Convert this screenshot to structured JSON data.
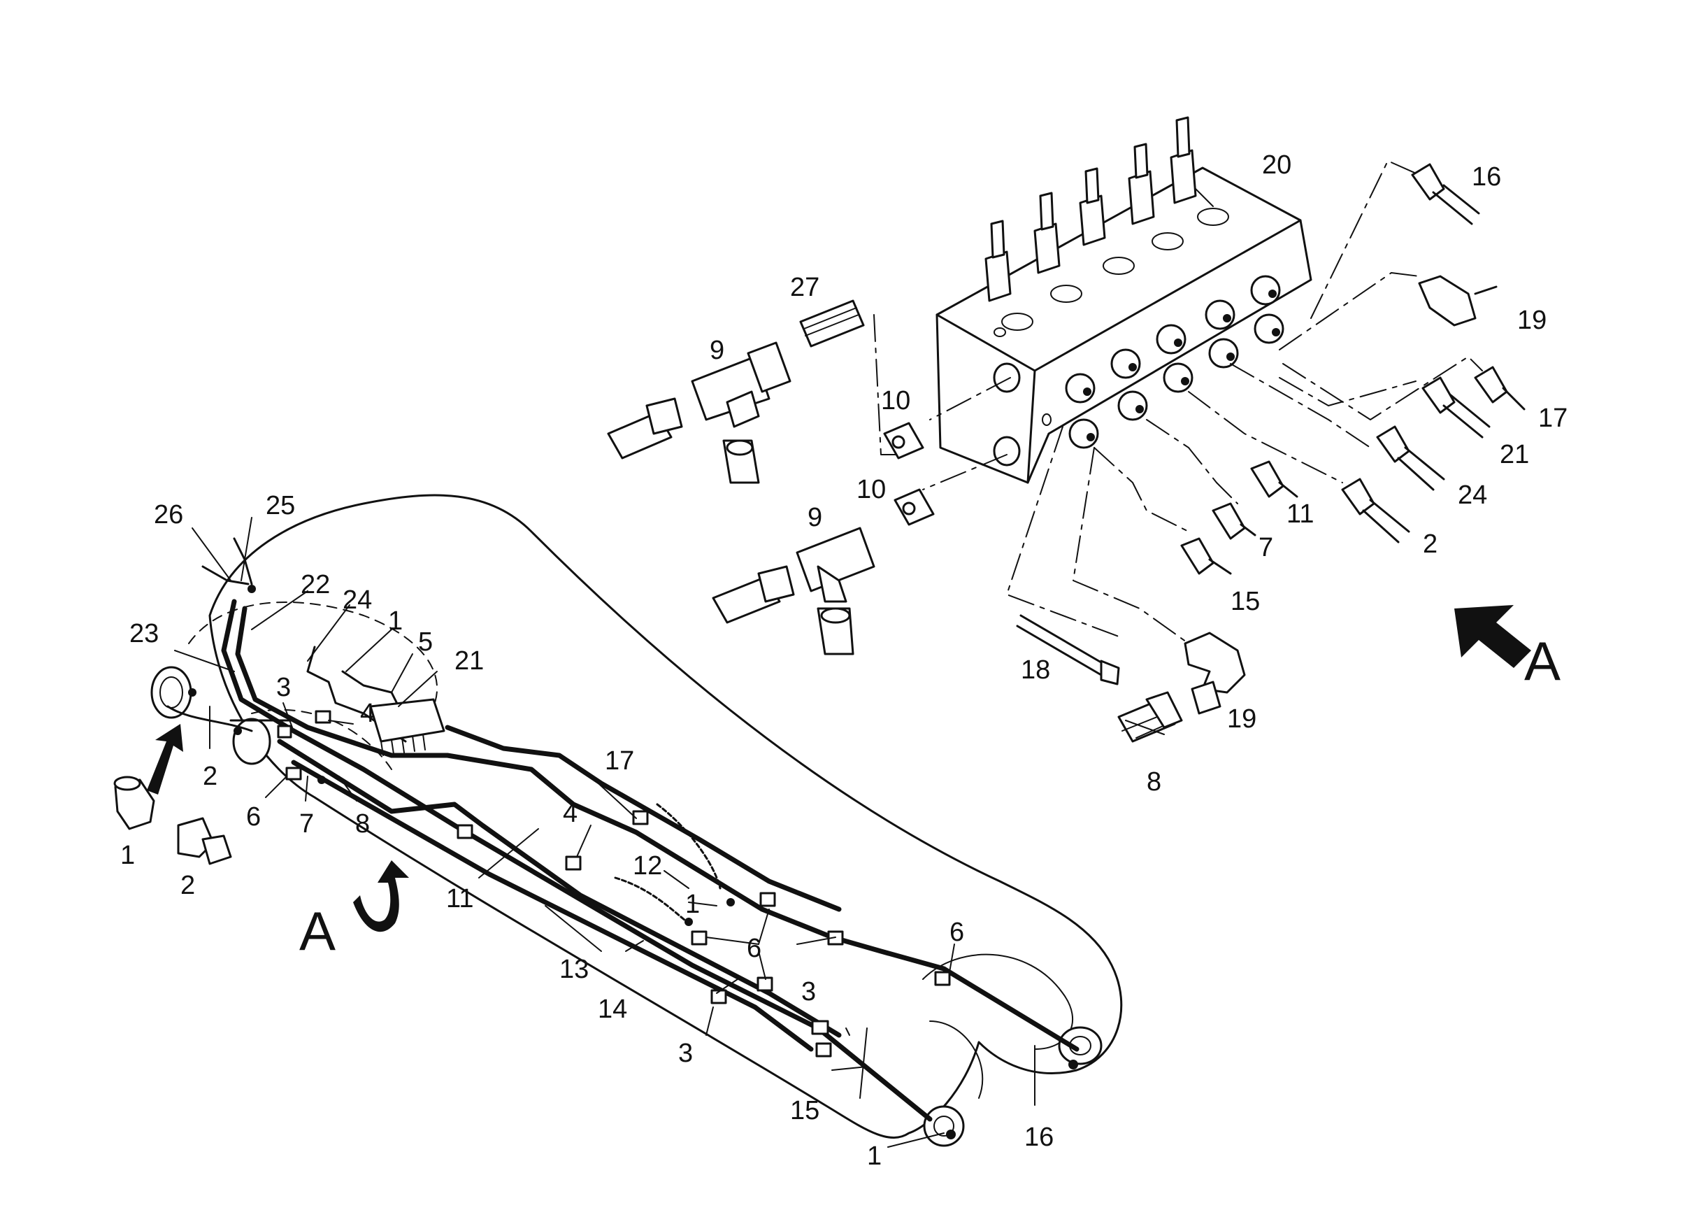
{
  "labels": {
    "boom_1a": "1",
    "boom_1b": "1",
    "boom_1c": "1",
    "boom_1d": "1",
    "boom_2a": "2",
    "boom_2b": "2",
    "boom_3a": "3",
    "boom_3b": "3",
    "boom_3c": "3",
    "boom_4a": "4",
    "boom_4b": "4",
    "boom_5": "5",
    "boom_6a": "6",
    "boom_6b": "6",
    "boom_6c": "6",
    "boom_7": "7",
    "boom_8": "8",
    "boom_11": "11",
    "boom_12": "12",
    "boom_13": "13",
    "boom_14": "14",
    "boom_15": "15",
    "boom_16": "16",
    "boom_17": "17",
    "boom_21": "21",
    "boom_22": "22",
    "boom_23": "23",
    "boom_24": "24",
    "boom_25": "25",
    "boom_26": "26",
    "view_a_left": "A",
    "block_20": "20",
    "block_16": "16",
    "block_19a": "19",
    "block_17": "17",
    "block_21": "21",
    "block_24": "24",
    "block_2": "2",
    "block_11": "11",
    "block_7": "7",
    "block_15": "15",
    "block_18": "18",
    "block_19b": "19",
    "block_8": "8",
    "block_27": "27",
    "block_9a": "9",
    "block_9b": "9",
    "block_10a": "10",
    "block_10b": "10",
    "view_a_right": "A"
  }
}
